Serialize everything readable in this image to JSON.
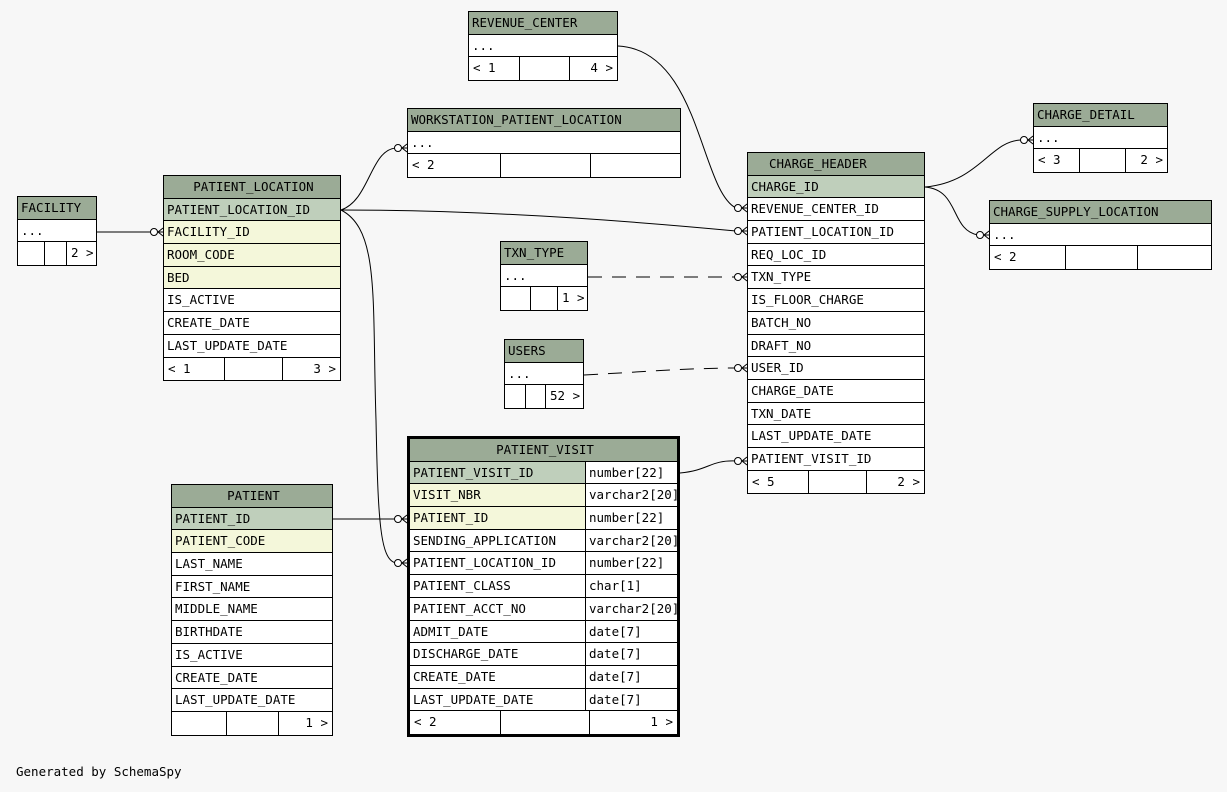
{
  "credit": "Generated by SchemaSpy",
  "tables": {
    "revenue_center": {
      "name": "REVENUE_CENTER",
      "rows": [
        "..."
      ],
      "footer": [
        "< 1",
        "",
        "4 >"
      ]
    },
    "workstation_patient_location": {
      "name": "WORKSTATION_PATIENT_LOCATION",
      "rows": [
        "..."
      ],
      "footer": [
        "< 2",
        "",
        ""
      ]
    },
    "charge_detail": {
      "name": "CHARGE_DETAIL",
      "rows": [
        "..."
      ],
      "footer": [
        "< 3",
        "",
        "2 >"
      ]
    },
    "charge_supply_location": {
      "name": "CHARGE_SUPPLY_LOCATION",
      "rows": [
        "..."
      ],
      "footer": [
        "< 2",
        "",
        ""
      ]
    },
    "facility": {
      "name": "FACILITY",
      "rows": [
        "..."
      ],
      "footer": [
        "",
        "",
        "2 >"
      ]
    },
    "txn_type": {
      "name": "TXN_TYPE",
      "rows": [
        "..."
      ],
      "footer": [
        "",
        "",
        "1 >"
      ]
    },
    "users": {
      "name": "USERS",
      "rows": [
        "..."
      ],
      "footer": [
        "",
        "",
        "52 >"
      ]
    },
    "patient_location": {
      "name": "PATIENT_LOCATION",
      "columns": [
        {
          "name": "PATIENT_LOCATION_ID",
          "kind": "pk"
        },
        {
          "name": "FACILITY_ID",
          "kind": "ix"
        },
        {
          "name": "ROOM_CODE",
          "kind": "ix"
        },
        {
          "name": "BED",
          "kind": "ix"
        },
        {
          "name": "IS_ACTIVE",
          "kind": ""
        },
        {
          "name": "CREATE_DATE",
          "kind": ""
        },
        {
          "name": "LAST_UPDATE_DATE",
          "kind": ""
        }
      ],
      "footer": [
        "< 1",
        "",
        "3 >"
      ]
    },
    "charge_header": {
      "name": "CHARGE_HEADER",
      "columns": [
        {
          "name": "CHARGE_ID",
          "kind": "pk"
        },
        {
          "name": "REVENUE_CENTER_ID",
          "kind": ""
        },
        {
          "name": "PATIENT_LOCATION_ID",
          "kind": ""
        },
        {
          "name": "REQ_LOC_ID",
          "kind": ""
        },
        {
          "name": "TXN_TYPE",
          "kind": ""
        },
        {
          "name": "IS_FLOOR_CHARGE",
          "kind": ""
        },
        {
          "name": "BATCH_NO",
          "kind": ""
        },
        {
          "name": "DRAFT_NO",
          "kind": ""
        },
        {
          "name": "USER_ID",
          "kind": ""
        },
        {
          "name": "CHARGE_DATE",
          "kind": ""
        },
        {
          "name": "TXN_DATE",
          "kind": ""
        },
        {
          "name": "LAST_UPDATE_DATE",
          "kind": ""
        },
        {
          "name": "PATIENT_VISIT_ID",
          "kind": ""
        }
      ],
      "footer": [
        "< 5",
        "",
        "2 >"
      ]
    },
    "patient": {
      "name": "PATIENT",
      "columns": [
        {
          "name": "PATIENT_ID",
          "kind": "pk"
        },
        {
          "name": "PATIENT_CODE",
          "kind": "ix"
        },
        {
          "name": "LAST_NAME",
          "kind": ""
        },
        {
          "name": "FIRST_NAME",
          "kind": ""
        },
        {
          "name": "MIDDLE_NAME",
          "kind": ""
        },
        {
          "name": "BIRTHDATE",
          "kind": ""
        },
        {
          "name": "IS_ACTIVE",
          "kind": ""
        },
        {
          "name": "CREATE_DATE",
          "kind": ""
        },
        {
          "name": "LAST_UPDATE_DATE",
          "kind": ""
        }
      ],
      "footer": [
        "",
        "",
        "1 >"
      ]
    },
    "patient_visit": {
      "name": "PATIENT_VISIT",
      "columns": [
        {
          "name": "PATIENT_VISIT_ID",
          "type": "number[22]",
          "kind": "pk"
        },
        {
          "name": "VISIT_NBR",
          "type": "varchar2[20]",
          "kind": "ix"
        },
        {
          "name": "PATIENT_ID",
          "type": "number[22]",
          "kind": "ix"
        },
        {
          "name": "SENDING_APPLICATION",
          "type": "varchar2[20]",
          "kind": ""
        },
        {
          "name": "PATIENT_LOCATION_ID",
          "type": "number[22]",
          "kind": ""
        },
        {
          "name": "PATIENT_CLASS",
          "type": "char[1]",
          "kind": ""
        },
        {
          "name": "PATIENT_ACCT_NO",
          "type": "varchar2[20]",
          "kind": ""
        },
        {
          "name": "ADMIT_DATE",
          "type": "date[7]",
          "kind": ""
        },
        {
          "name": "DISCHARGE_DATE",
          "type": "date[7]",
          "kind": ""
        },
        {
          "name": "CREATE_DATE",
          "type": "date[7]",
          "kind": ""
        },
        {
          "name": "LAST_UPDATE_DATE",
          "type": "date[7]",
          "kind": ""
        }
      ],
      "footer": [
        "< 2",
        "",
        "1 >"
      ]
    }
  }
}
